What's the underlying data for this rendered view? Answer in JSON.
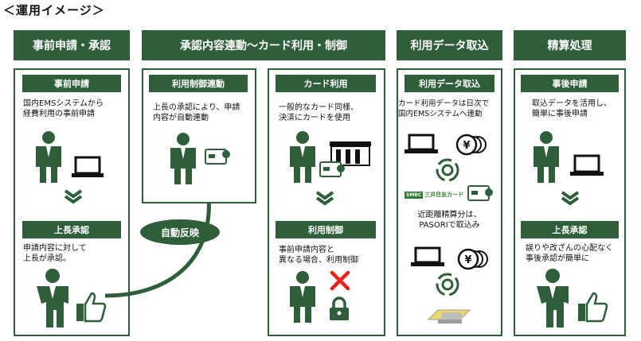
{
  "title": "＜運用イメージ＞",
  "columns": [
    {
      "header": "事前申請・承認"
    },
    {
      "header": "承認内容連動～カード利用・制御"
    },
    {
      "header": "利用データ取込"
    },
    {
      "header": "精算処理"
    }
  ],
  "col1": {
    "box1_label": "事前申請",
    "box1_text_1": "国内EMSシステムから",
    "box1_text_2": "経費利用の事前申請",
    "box2_label": "上長承認",
    "box2_text_1": "申請内容に対して",
    "box2_text_2": "上長が承認。"
  },
  "col2a": {
    "label": "利用制御連動",
    "text_1": "上長の承認により、申請",
    "text_2": "内容が自動連動"
  },
  "col2b": {
    "box1_label": "カード利用",
    "box1_text_1": "一般的なカード同様、",
    "box1_text_2": "決済にカードを使用",
    "box2_label": "利用制御",
    "box2_text_1": "事前申請内容と",
    "box2_text_2": "異なる場合、利用制御"
  },
  "col3": {
    "label": "利用データ取込",
    "text_1": "カード利用データは日次で",
    "text_2": "国内EMSシステムへ連動",
    "smbc_logo": "SMBC",
    "card_brand": "三井住友カード",
    "text_3": "近距離精算分は、",
    "text_4": "PASORIで取込み"
  },
  "col4": {
    "box1_label": "事後申請",
    "box1_text_1": "取込データを活用し、",
    "box1_text_2": "簡単に事後申請",
    "box2_label": "上長承認",
    "box2_text_1": "誤りや改ざんの心配なく",
    "box2_text_2": "事後承認が簡単に"
  },
  "auto_link_label": "自動反映",
  "colors": {
    "primary": "#2f5f3a",
    "cross": "#e8231c",
    "brand": "#2e7d32"
  }
}
